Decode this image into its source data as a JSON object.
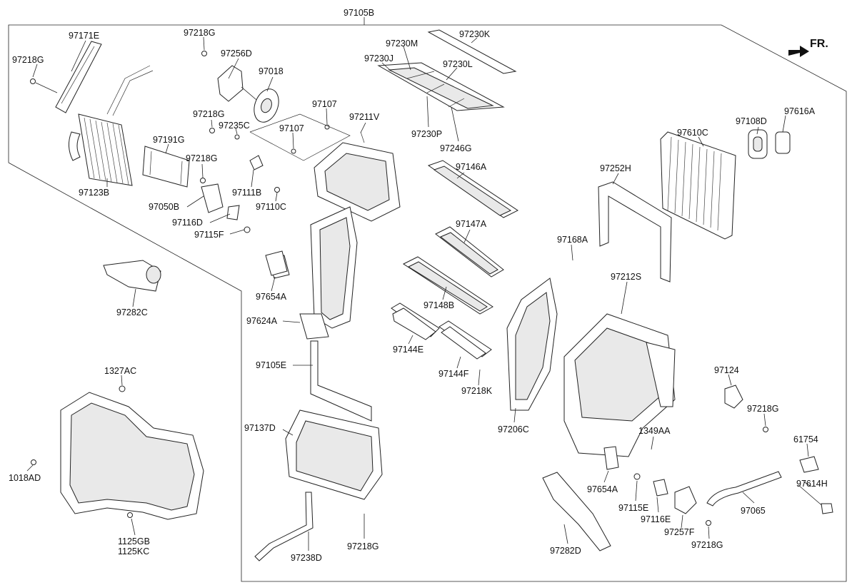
{
  "diagram": {
    "orientation_label": "FR.",
    "assembly_label": "97105B",
    "labels": {
      "p97171E": "97171E",
      "p97218G_a": "97218G",
      "p97218G_b": "97218G",
      "p97256D": "97256D",
      "p97018": "97018",
      "p97218G_c": "97218G",
      "p97235C": "97235C",
      "p97107_a": "97107",
      "p97107_b": "97107",
      "p97211V": "97211V",
      "p97230M": "97230M",
      "p97230K": "97230K",
      "p97230J": "97230J",
      "p97230L": "97230L",
      "p97230P": "97230P",
      "p97246G": "97246G",
      "p97108D": "97108D",
      "p97616A": "97616A",
      "p97610C": "97610C",
      "p97123B": "97123B",
      "p97191G": "97191G",
      "p97218G_d": "97218G",
      "p97050B": "97050B",
      "p97116D": "97116D",
      "p97115F": "97115F",
      "p97111B": "97111B",
      "p97110C": "97110C",
      "p97146A": "97146A",
      "p97252H": "97252H",
      "p97147A": "97147A",
      "p97168A": "97168A",
      "p97282C": "97282C",
      "p97654A_a": "97654A",
      "p97212S": "97212S",
      "p97148B": "97148B",
      "p97624A": "97624A",
      "p97144E": "97144E",
      "p97105E": "97105E",
      "p97144F": "97144F",
      "p97124": "97124",
      "p97218K": "97218K",
      "p97218G_e": "97218G",
      "p1327AC": "1327AC",
      "p97206C": "97206C",
      "p97137D": "97137D",
      "p1349AA": "1349AA",
      "p61754": "61754",
      "p1018AD": "1018AD",
      "p97654A_b": "97654A",
      "p97614H": "97614H",
      "p97115E": "97115E",
      "p97065": "97065",
      "p97116E": "97116E",
      "p97257F": "97257F",
      "p1125GB": "1125GB",
      "p1125KC": "1125KC",
      "p97218G_f": "97218G",
      "p97218G_g": "97218G",
      "p97238D": "97238D",
      "p97282D": "97282D"
    }
  }
}
